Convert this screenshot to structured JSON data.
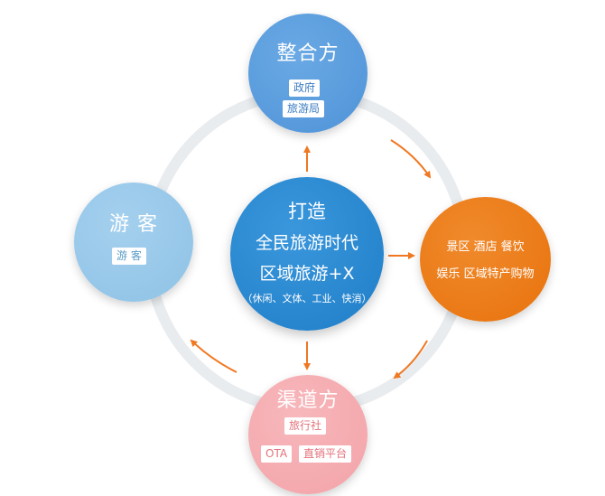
{
  "center": {
    "line1": "打造",
    "line2": "全民旅游时代",
    "line3": "区域旅游+X",
    "line4": "（休闲、文体、工业、快消）",
    "color": "#1f7ec8"
  },
  "top": {
    "title": "整合方",
    "tags": [
      "政府",
      "旅游局"
    ],
    "color": "#4f93d8"
  },
  "right": {
    "line1": "景区 酒店 餐饮",
    "line2": "娱乐 区域特产购物",
    "color": "#e8720c"
  },
  "bottom": {
    "title": "渠道方",
    "tags": [
      "旅行社",
      "OTA",
      "直销平台"
    ],
    "color": "#f3a3a8"
  },
  "left": {
    "title": "游 客",
    "tags": [
      "游 客"
    ],
    "color": "#8ec2e6"
  },
  "colors": {
    "ring": "#e9ecef",
    "arrow": "#f07822"
  }
}
